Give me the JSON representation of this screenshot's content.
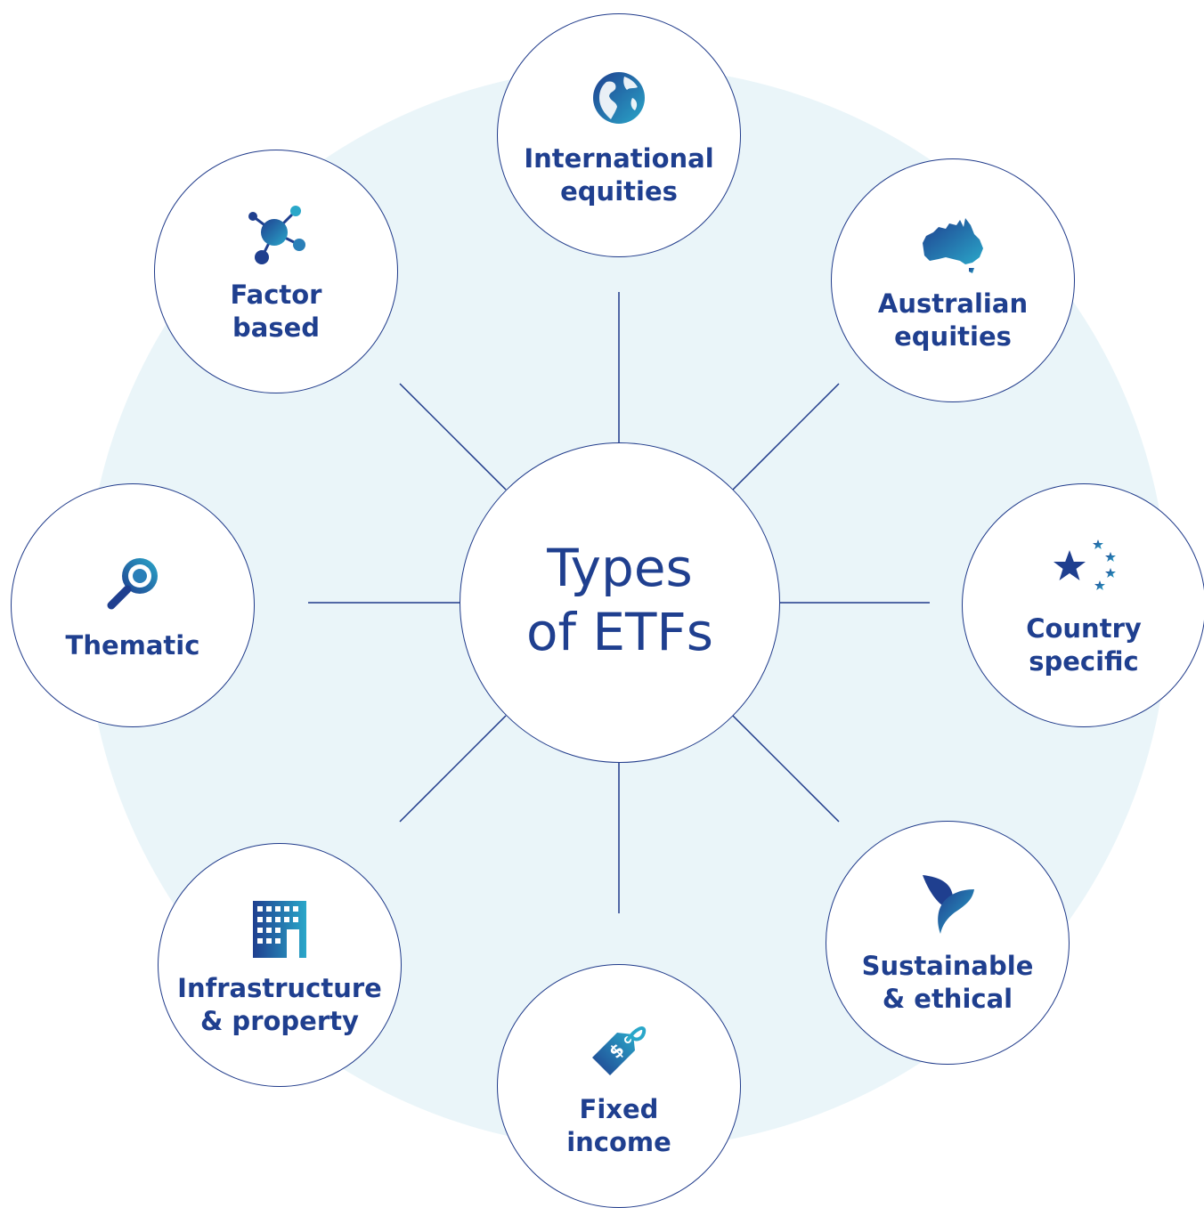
{
  "colors": {
    "background_disc": "#eaf5f9",
    "outline": "#1f3a8a",
    "text": "#1f3f8f",
    "icon_gradient_start": "#1f3f8f",
    "icon_gradient_end": "#2aa7c9"
  },
  "center": {
    "title": "Types\nof ETFs"
  },
  "categories": [
    {
      "label": "International\nequities",
      "icon": "globe-icon"
    },
    {
      "label": "Australian\nequities",
      "icon": "australia-map-icon"
    },
    {
      "label": "Country\nspecific",
      "icon": "stars-flag-icon"
    },
    {
      "label": "Sustainable\n& ethical",
      "icon": "leaf-icon"
    },
    {
      "label": "Fixed\nincome",
      "icon": "price-tag-dollar-icon"
    },
    {
      "label": "Infrastructure\n& property",
      "icon": "building-icon"
    },
    {
      "label": "Thematic",
      "icon": "magnifier-icon"
    },
    {
      "label": "Factor\nbased",
      "icon": "molecule-network-icon"
    }
  ]
}
